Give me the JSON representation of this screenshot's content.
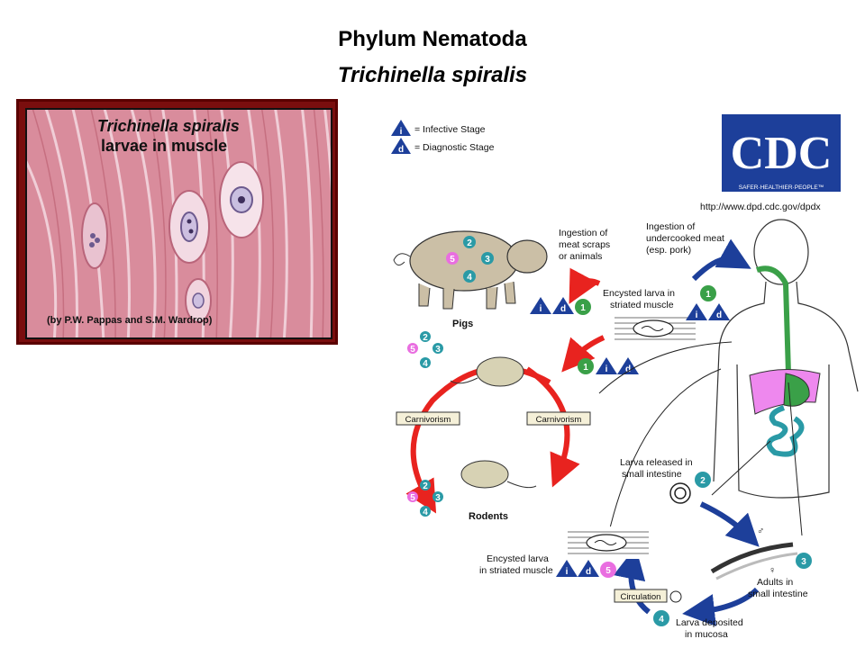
{
  "title": {
    "line1": "Phylum Nematoda",
    "line2": "Trichinella spiralis"
  },
  "micrograph": {
    "caption_line1": "Trichinella spiralis",
    "caption_line2": "larvae in muscle",
    "credit": "(by P.W. Pappas and S.M. Wardrop)"
  },
  "legend": {
    "infective_symbol": "i",
    "infective_label": "= Infective Stage",
    "diagnostic_symbol": "d",
    "diagnostic_label": "= Diagnostic Stage"
  },
  "logo": {
    "text": "CDC",
    "tagline": "SAFER·HEALTHIER·PEOPLE™",
    "url": "http://www.dpd.cdc.gov/dpdx"
  },
  "lifecycle": {
    "host_labels": {
      "pigs": "Pigs",
      "rodents": "Rodents"
    },
    "ingestion_scraps": [
      "Ingestion of",
      "meat scraps",
      "or animals"
    ],
    "ingestion_meat": [
      "Ingestion of",
      "undercooked meat",
      "(esp. pork)"
    ],
    "encysted_top": [
      "Encysted larva in",
      "striated muscle"
    ],
    "encysted_bottom": [
      "Encysted larva",
      "in striated muscle"
    ],
    "larva_released": [
      "Larva released in",
      "small intestine"
    ],
    "adults": [
      "Adults in",
      "small intestine"
    ],
    "larva_deposited": [
      "Larva deposited",
      "in mucosa"
    ],
    "carnivorism_left": "Carnivorism",
    "carnivorism_right": "Carnivorism",
    "circulation": "Circulation",
    "stage_numbers": {
      "s1": "1",
      "s2": "2",
      "s3": "3",
      "s4": "4",
      "s5": "5"
    },
    "male_symbol": "♂",
    "female_symbol": "♀"
  },
  "colors": {
    "red_arrow": "#e8231f",
    "blue_arrow": "#1d3f9a",
    "teal_stage": "#2a9aa6",
    "green_stage": "#3aa048",
    "pink_stage": "#e96ee0",
    "triangle": "#1d3f9a"
  }
}
